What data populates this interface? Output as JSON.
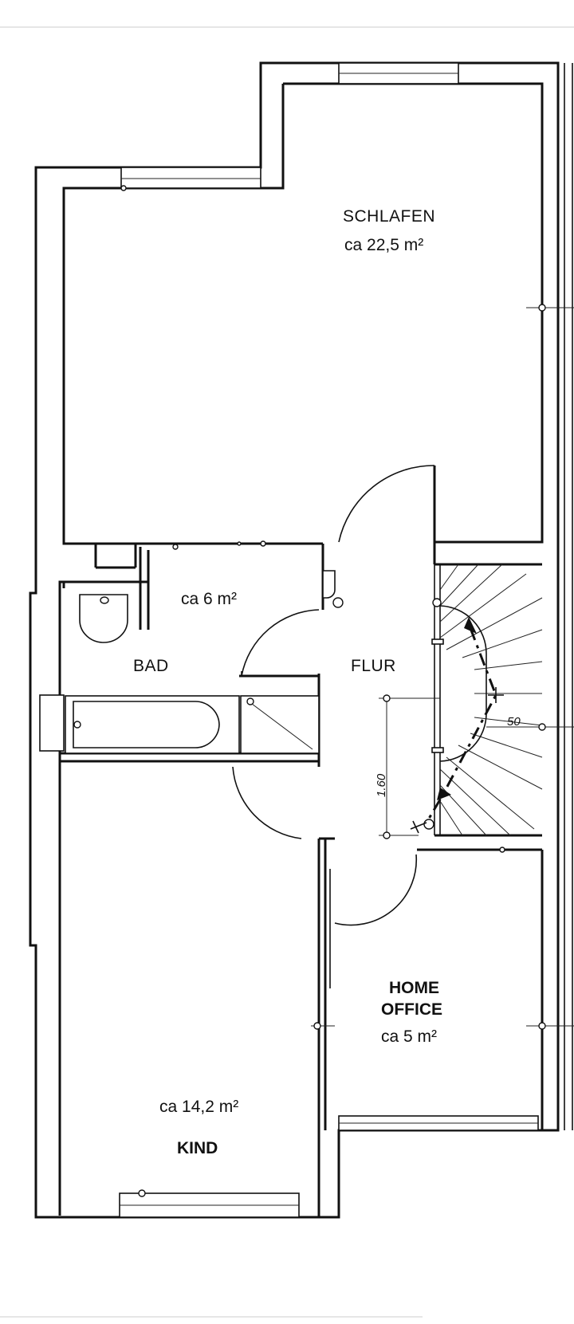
{
  "rooms": {
    "schlafen": {
      "name": "SCHLAFEN",
      "area": "ca 22,5 m²"
    },
    "bad": {
      "name": "BAD",
      "area": "ca 6 m²"
    },
    "flur": {
      "name": "FLUR"
    },
    "home_office": {
      "name_line1": "HOME",
      "name_line2": "OFFICE",
      "area": "ca 5 m²"
    },
    "kind": {
      "name": "KIND",
      "area": "ca 14,2 m²"
    }
  },
  "dimensions": {
    "stair_width": "50",
    "landing_length": "1.60"
  },
  "colors": {
    "ink": "#111111",
    "paper": "#ffffff",
    "top_rule": "#cccccc"
  }
}
